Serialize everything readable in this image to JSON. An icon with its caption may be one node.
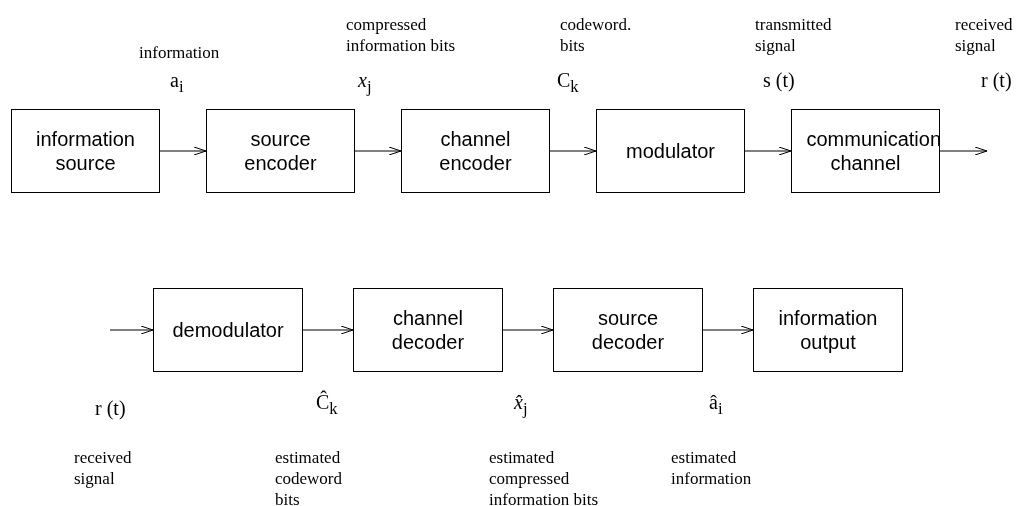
{
  "diagram": {
    "nodes": [
      {
        "text": [
          "information source"
        ]
      },
      {
        "text": [
          "source encoder"
        ]
      },
      {
        "text": [
          "channel encoder"
        ]
      },
      {
        "text": [
          "modulator"
        ]
      },
      {
        "text": [
          "communication channel"
        ]
      },
      {
        "text": [
          "demodulator"
        ]
      },
      {
        "text": [
          "channel decoder"
        ]
      },
      {
        "text": [
          "source decoder"
        ]
      },
      {
        "text": [
          "information output"
        ]
      }
    ],
    "edges": [
      {
        "from": 0,
        "to": 1,
        "arrow": "to"
      },
      {
        "from": 1,
        "to": 2,
        "arrow": "to"
      },
      {
        "from": 2,
        "to": 3,
        "arrow": "to"
      },
      {
        "from": 3,
        "to": 4,
        "arrow": "to"
      },
      {
        "from": 4,
        "to": null,
        "arrow": "to"
      },
      {
        "from": null,
        "to": 5,
        "arrow": "to"
      },
      {
        "from": 5,
        "to": 6,
        "arrow": "to"
      },
      {
        "from": 6,
        "to": 7,
        "arrow": "to"
      },
      {
        "from": 7,
        "to": 8,
        "arrow": "to"
      }
    ],
    "labels": [
      "compressed information bits",
      "codeword. bits",
      "transmitted signal",
      "received signal",
      "information",
      "a$_{i}$",
      "*x*$_{j}$",
      "C$_{k}$",
      "s (t)",
      "r (t)",
      "r (t)",
      "Ĉ$_{k}$",
      "*x̂*$_{j}$",
      "â$_{i}$",
      "received signal",
      "estimated codeword bits",
      "estimated compressed information bits",
      "estimated information"
    ]
  }
}
